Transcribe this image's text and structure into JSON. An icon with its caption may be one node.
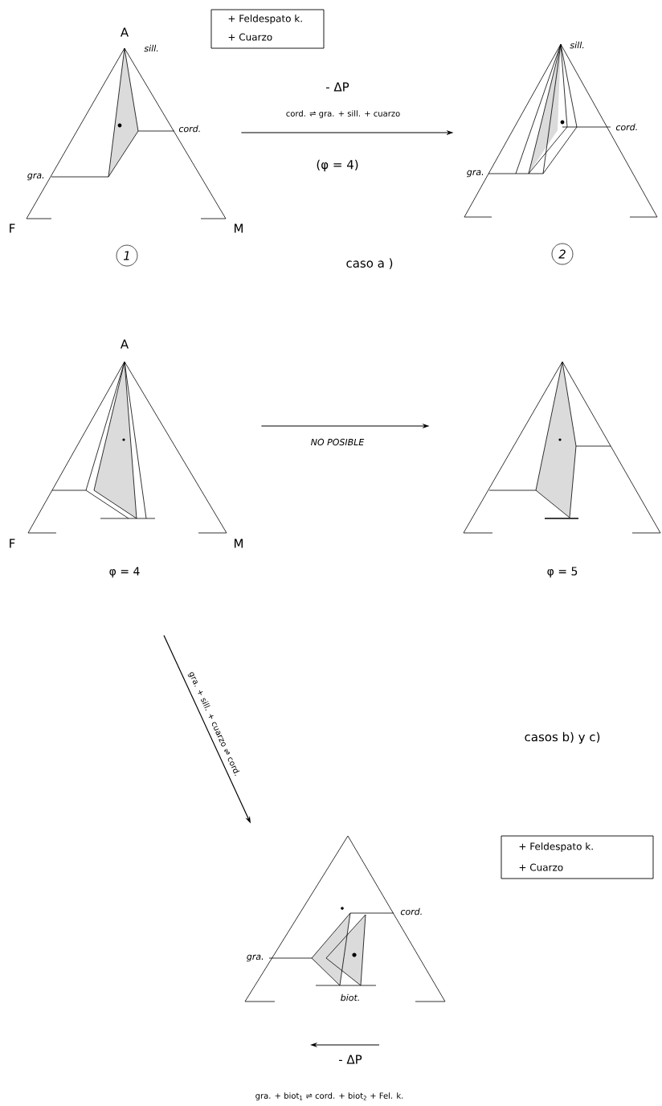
{
  "diagram": {
    "nodes": [
      {
        "text": [
          "A",
          "sill.",
          "cord.",
          "gra.",
          "F",
          "M"
        ],
        "beside": [
          "1"
        ]
      },
      {
        "text": [
          "sill.",
          "cord.",
          "gra."
        ],
        "beside": [
          "2"
        ]
      },
      {
        "text": [
          "A",
          "F",
          "M"
        ],
        "beside": [
          "φ = 4"
        ]
      },
      {
        "text": [],
        "shape": "triangle",
        "beside": [
          "φ = 5"
        ]
      },
      {
        "text": [
          "cord.",
          "gra.",
          "biot."
        ]
      },
      {
        "text": [
          "+ Feldespato k.",
          "+ Cuarzo"
        ]
      },
      {
        "text": [
          "+ Feldespato k.",
          "+ Cuarzo"
        ]
      }
    ],
    "edges": [
      {
        "from": 0,
        "to": 1,
        "arrow": "to",
        "label": "cord. ⇌ gra. + sill. + cuarzo"
      },
      {
        "from": 2,
        "to": 3,
        "arrow": "to",
        "label": "NO POSIBLE"
      },
      {
        "from": 2,
        "to": 4,
        "arrow": "to",
        "label": "gra. + sill. + cuarzo ⇌ cord."
      }
    ],
    "labels": [
      "- ΔP",
      "(φ = 4)",
      "caso a )",
      "casos b) y c)",
      "- ΔP",
      "gra. + biot$_{1}$ ⇌ cord. + biot$_{2}$ + Fel. k."
    ]
  }
}
